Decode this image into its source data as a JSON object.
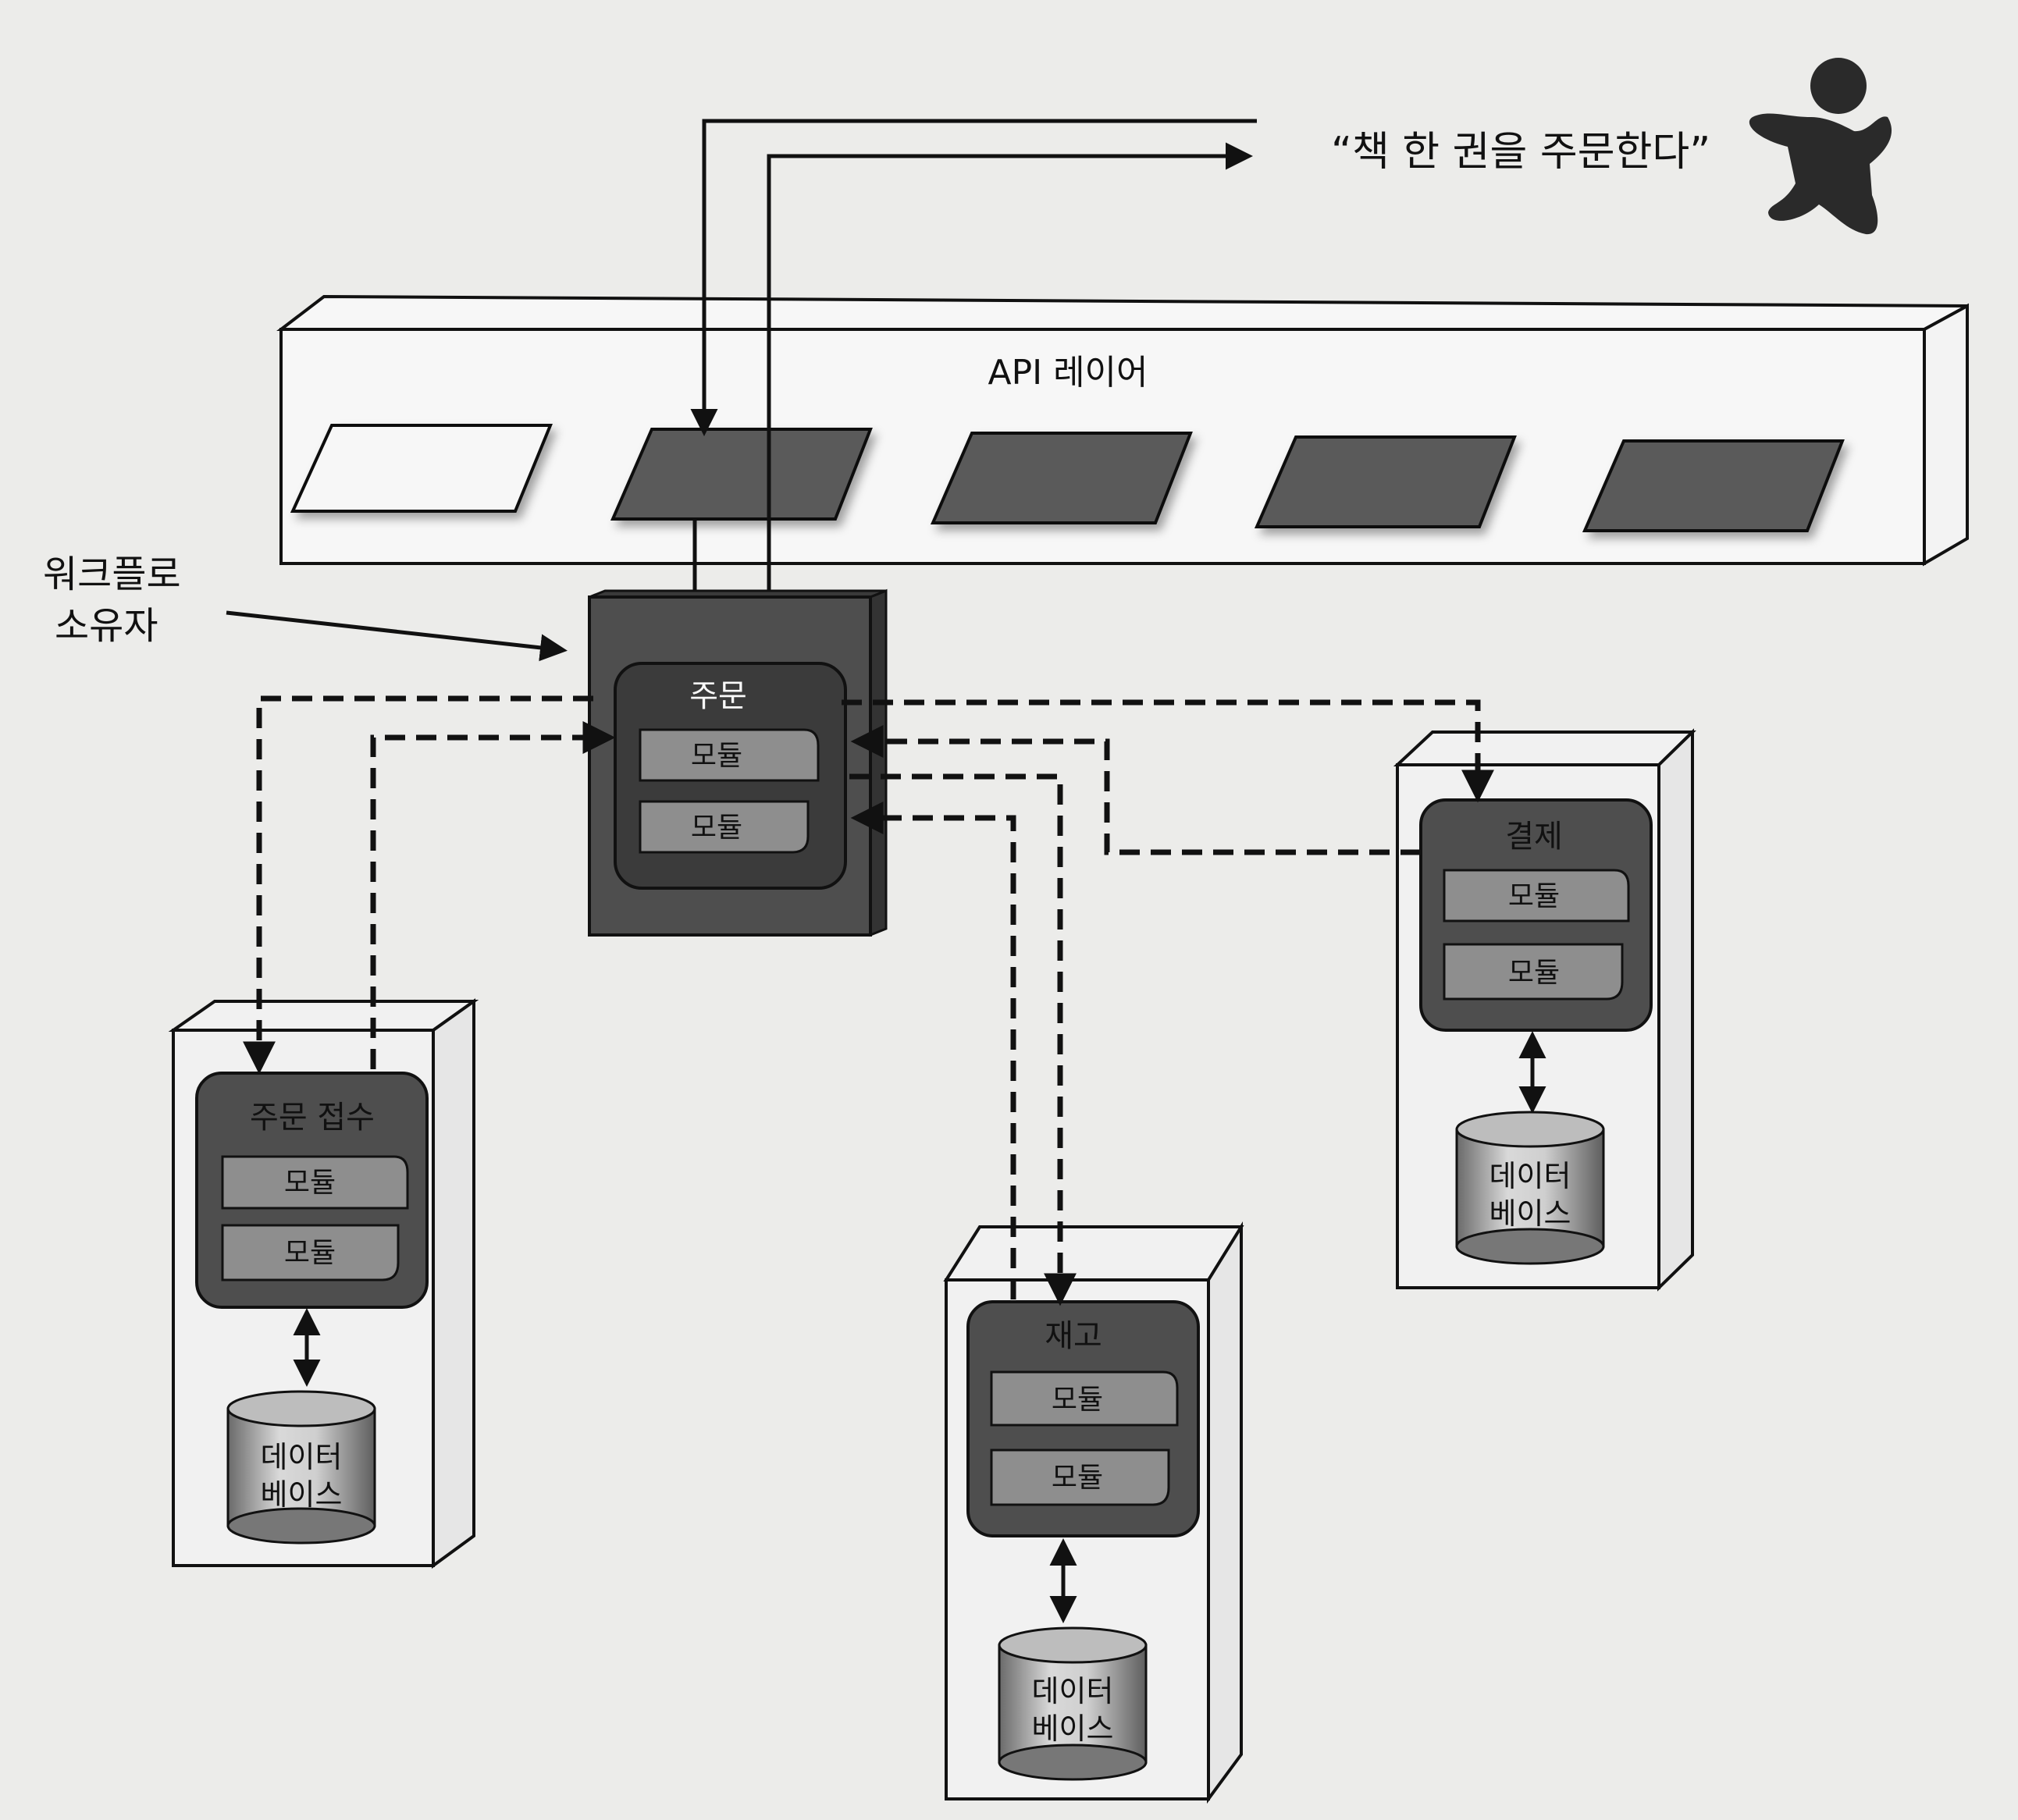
{
  "request_caption": "“책 한 권을 주문한다”",
  "api_layer": {
    "label": "API 레이어",
    "slot_count": 5
  },
  "workflow_owner_label": [
    "워크플로",
    "소유자"
  ],
  "services": {
    "order": {
      "title": "주문",
      "modules": [
        "모듈",
        "모듈"
      ]
    },
    "order_intake": {
      "title": "주문 접수",
      "modules": [
        "모듈",
        "모듈"
      ],
      "database": [
        "데이터",
        "베이스"
      ]
    },
    "inventory": {
      "title": "재고",
      "modules": [
        "모듈",
        "모듈"
      ],
      "database": [
        "데이터",
        "베이스"
      ]
    },
    "payment": {
      "title": "결제",
      "modules": [
        "모듈",
        "모듈"
      ],
      "database": [
        "데이터",
        "베이스"
      ]
    }
  },
  "colors": {
    "page": "#ececea",
    "outline": "#111111",
    "service_dark": "#4e4e4e",
    "service_inner": "#3b3b3b",
    "module_fill": "#8e8e8e",
    "slot_dark": "#5a5a5a",
    "slot_light": "#f7f7f7",
    "container_light": "#f1f1f1"
  },
  "icons": {
    "user": "person-icon"
  }
}
